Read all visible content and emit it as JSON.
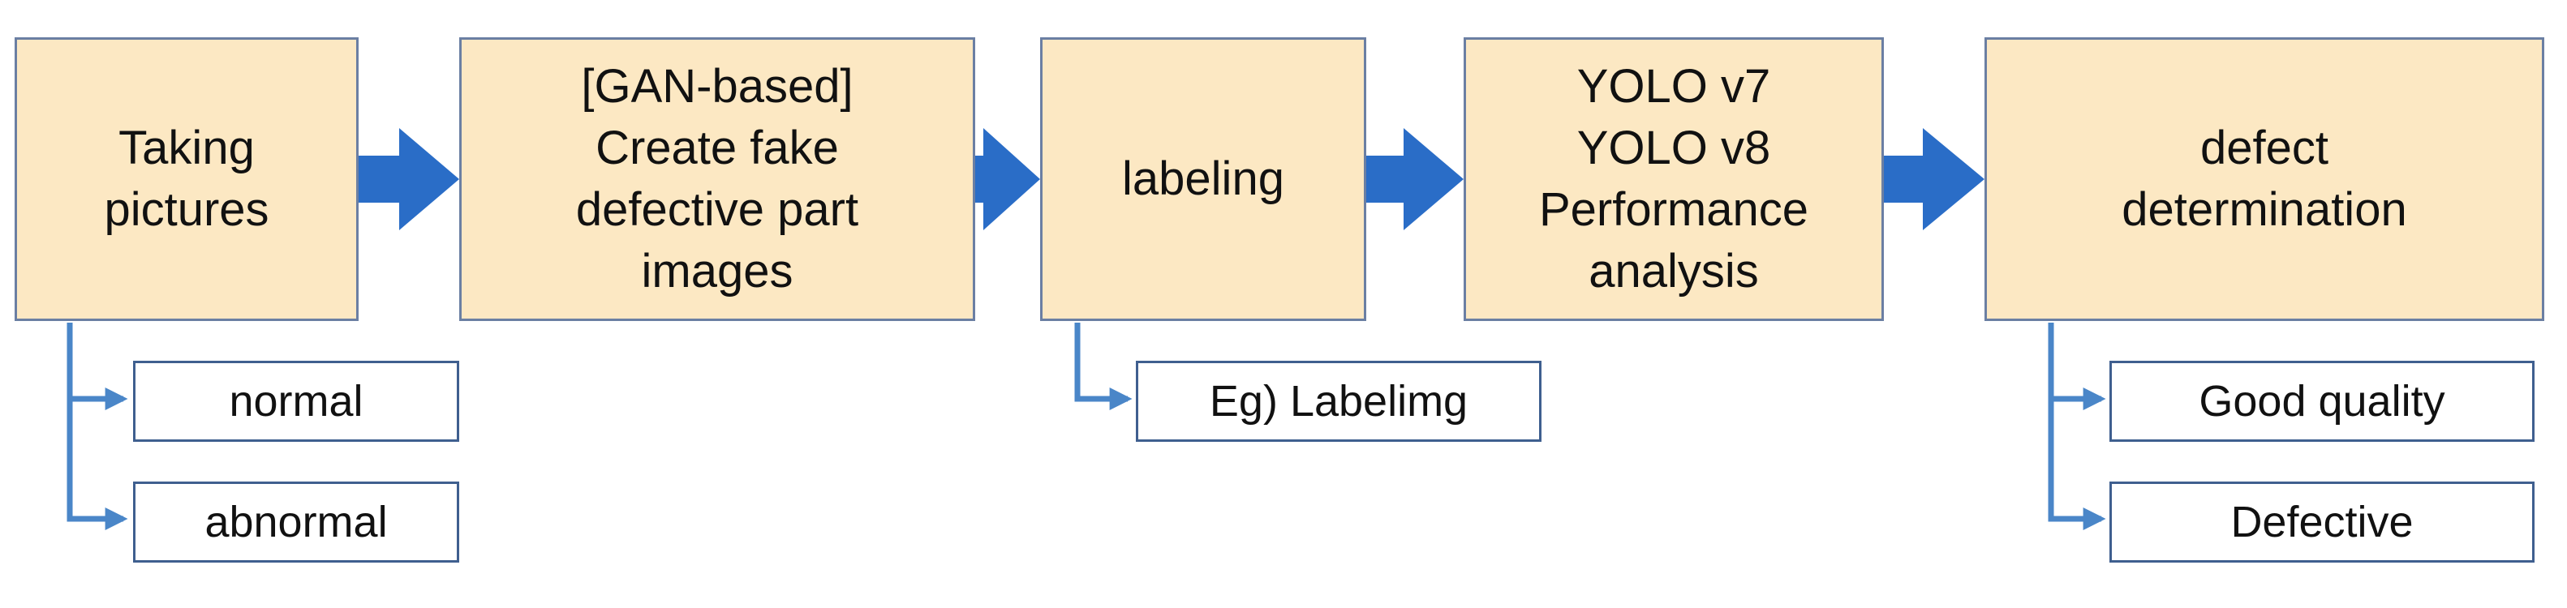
{
  "steps": [
    {
      "lines": [
        "Taking",
        "pictures"
      ]
    },
    {
      "lines": [
        "[GAN-based]",
        "Create fake",
        "defective part",
        "images"
      ]
    },
    {
      "lines": [
        "labeling"
      ]
    },
    {
      "lines": [
        "YOLO v7",
        "YOLO v8",
        "Performance",
        "analysis"
      ]
    },
    {
      "lines": [
        "defect",
        "determination"
      ]
    }
  ],
  "sub_items": {
    "taking_pictures": [
      "normal",
      "abnormal"
    ],
    "labeling": [
      "Eg) Labelimg"
    ],
    "defect_determination": [
      "Good quality",
      "Defective"
    ]
  },
  "colors": {
    "step_fill": "#fce8c3",
    "step_border": "#6b7fa3",
    "arrow": "#2a6dc7",
    "connector": "#4a86c8",
    "sub_border": "#3f5f8f"
  }
}
